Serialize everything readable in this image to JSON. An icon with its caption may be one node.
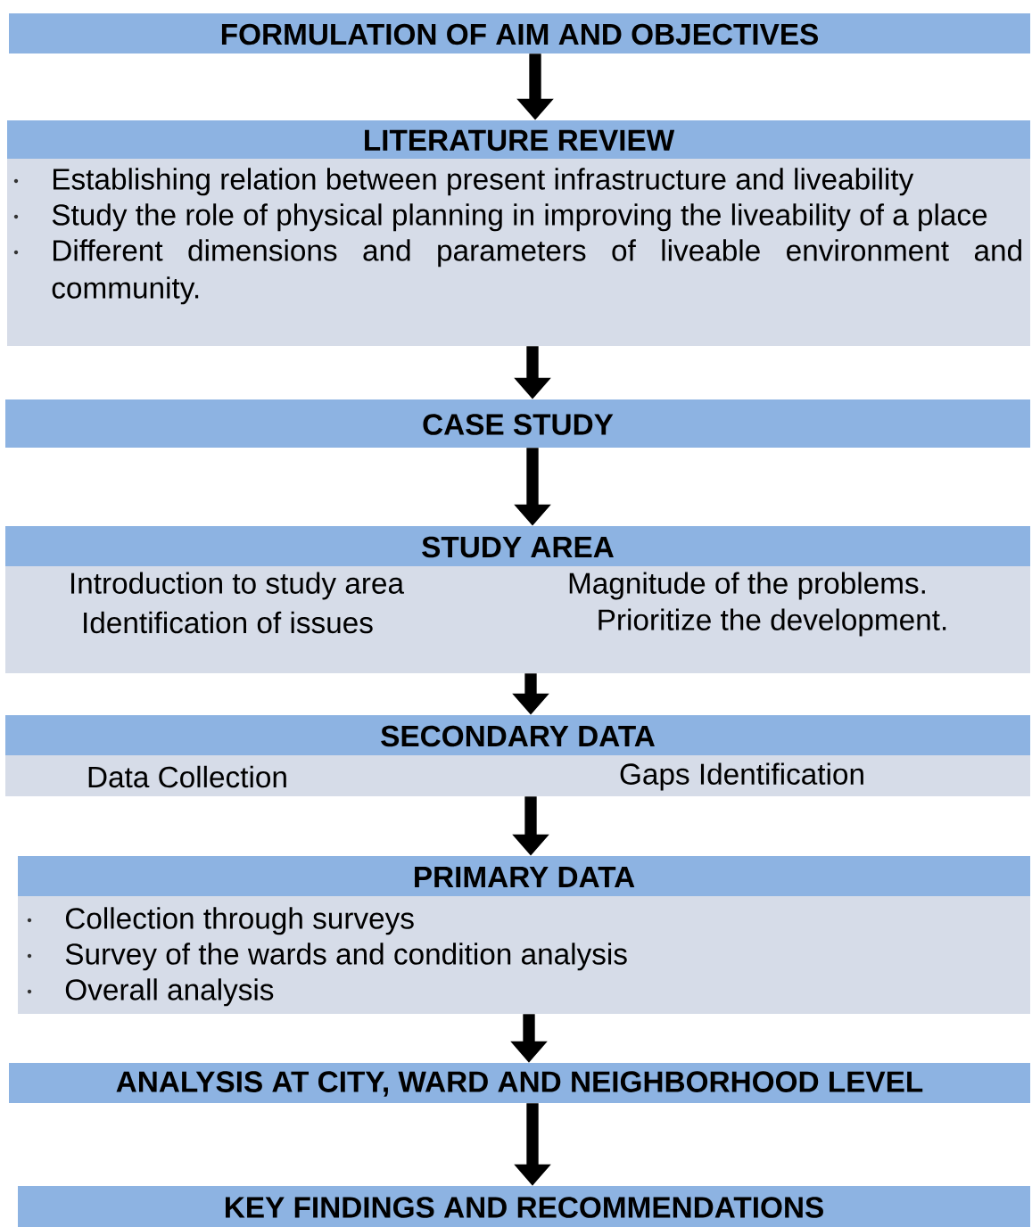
{
  "diagram": {
    "nodes": [
      {
        "text": [
          "FORMULATION OF AIM AND OBJECTIVES"
        ]
      },
      {
        "text": [
          "LITERATURE REVIEW",
          "Establishing relation between present infrastructure and liveability",
          "Study the role of physical planning in improving the liveability of a place",
          "Different dimensions and parameters of liveable environment and community."
        ]
      },
      {
        "text": [
          "CASE STUDY"
        ]
      },
      {
        "text": [
          "STUDY AREA",
          "Introduction to study area",
          "Identification of issues",
          "Magnitude of the problems.",
          "Prioritize the development."
        ]
      },
      {
        "text": [
          "SECONDARY DATA",
          "Data Collection",
          "Gaps Identification"
        ]
      },
      {
        "text": [
          "PRIMARY DATA",
          "Collection through surveys",
          "Survey of the wards and condition analysis",
          "Overall analysis"
        ]
      },
      {
        "text": [
          "ANALYSIS AT CITY, WARD AND NEIGHBORHOOD LEVEL"
        ]
      },
      {
        "text": [
          "KEY FINDINGS AND RECOMMENDATIONS"
        ]
      }
    ],
    "edges": [
      {
        "from": 0,
        "to": 1,
        "arrow": "to"
      },
      {
        "from": 1,
        "to": 2,
        "arrow": "to"
      },
      {
        "from": 2,
        "to": 3,
        "arrow": "to"
      },
      {
        "from": 3,
        "to": 4,
        "arrow": "to"
      },
      {
        "from": 4,
        "to": 5,
        "arrow": "to"
      },
      {
        "from": 5,
        "to": 6,
        "arrow": "to"
      },
      {
        "from": 6,
        "to": 7,
        "arrow": "to"
      }
    ]
  }
}
